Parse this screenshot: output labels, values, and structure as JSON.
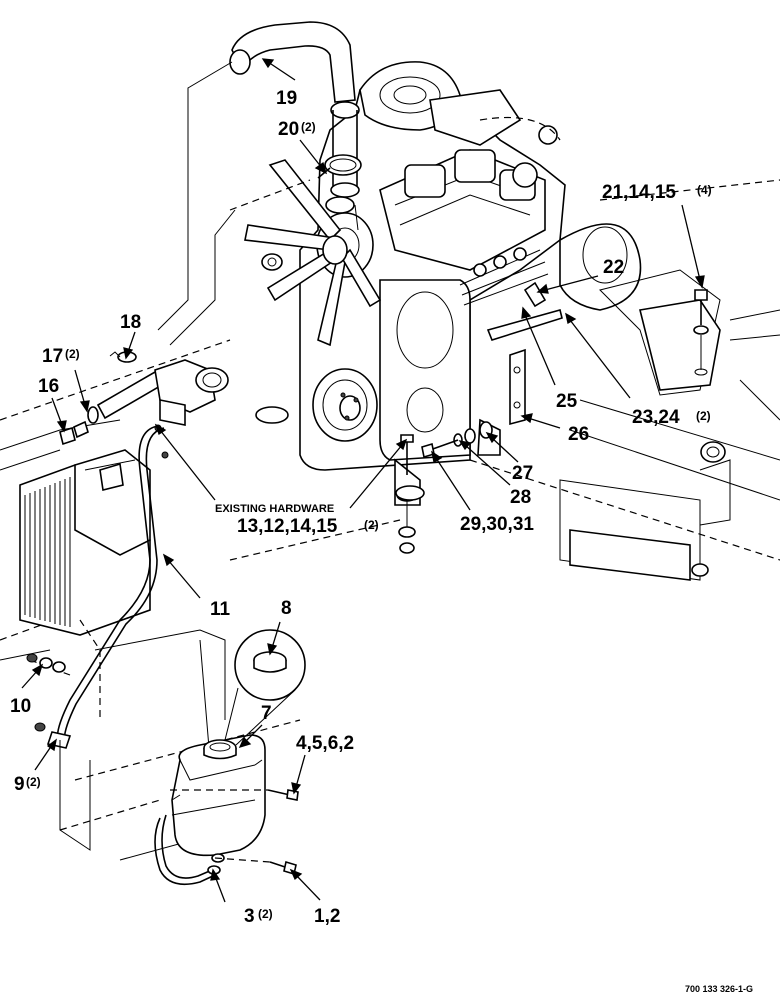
{
  "callouts": {
    "c19": "19",
    "c20": "20",
    "c20q": "(2)",
    "c21": "21,14,15",
    "c21q": "(4)",
    "c22": "22",
    "c18": "18",
    "c17": "17",
    "c17q": "(2)",
    "c16": "16",
    "c25": "25",
    "c23": "23,24",
    "c23q": "(2)",
    "c26": "26",
    "c27": "27",
    "c28": "28",
    "c29": "29,30,31",
    "c13": "13,12,14,15",
    "c13q": "(2)",
    "c11": "11",
    "c8": "8",
    "c7": "7",
    "c4": "4,5,6,2",
    "c10": "10",
    "c9": "9",
    "c9q": "(2)",
    "c3": "3",
    "c3q": "(2)",
    "c1": "1,2"
  },
  "notes": {
    "existing_hardware": "EXISTING HARDWARE"
  },
  "figure_id": "700 133 326-1-G"
}
